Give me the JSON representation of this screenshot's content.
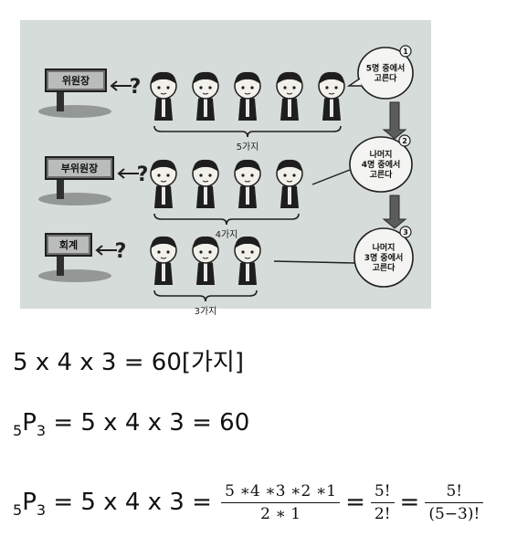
{
  "illustration": {
    "rows": [
      {
        "sign": "위원장",
        "count": 5,
        "label": "5가지",
        "bubble": {
          "number": "1",
          "lines": [
            "5명 중에서",
            "고른다"
          ]
        }
      },
      {
        "sign": "부위원장",
        "count": 4,
        "label": "4가지",
        "bubble": {
          "number": "2",
          "lines": [
            "나머지",
            "4명 중에서",
            "고른다"
          ]
        }
      },
      {
        "sign": "회계",
        "count": 3,
        "label": "3가지",
        "bubble": {
          "number": "3",
          "lines": [
            "나머지",
            "3명 중에서",
            "고른다"
          ]
        }
      }
    ],
    "question_mark": "?"
  },
  "equations": {
    "eq1": "5 x 4 x 3 = 60[가지]",
    "eq2": {
      "pre": "5",
      "P": "P",
      "sub": "3",
      "rest": " = 5 x 4 x 3 = 60"
    },
    "eq3": {
      "pre": "5",
      "P": "P",
      "sub": "3",
      "rest": " = 5 x 4 x 3 = ",
      "frac1_num": "5 ∗4 ∗3 ∗2 ∗1",
      "frac1_den": "2 ∗ 1",
      "frac2_num": "5!",
      "frac2_den": "2!",
      "frac3_num": "5!",
      "frac3_den": "(5−3)!",
      "eq_sign": "="
    }
  }
}
